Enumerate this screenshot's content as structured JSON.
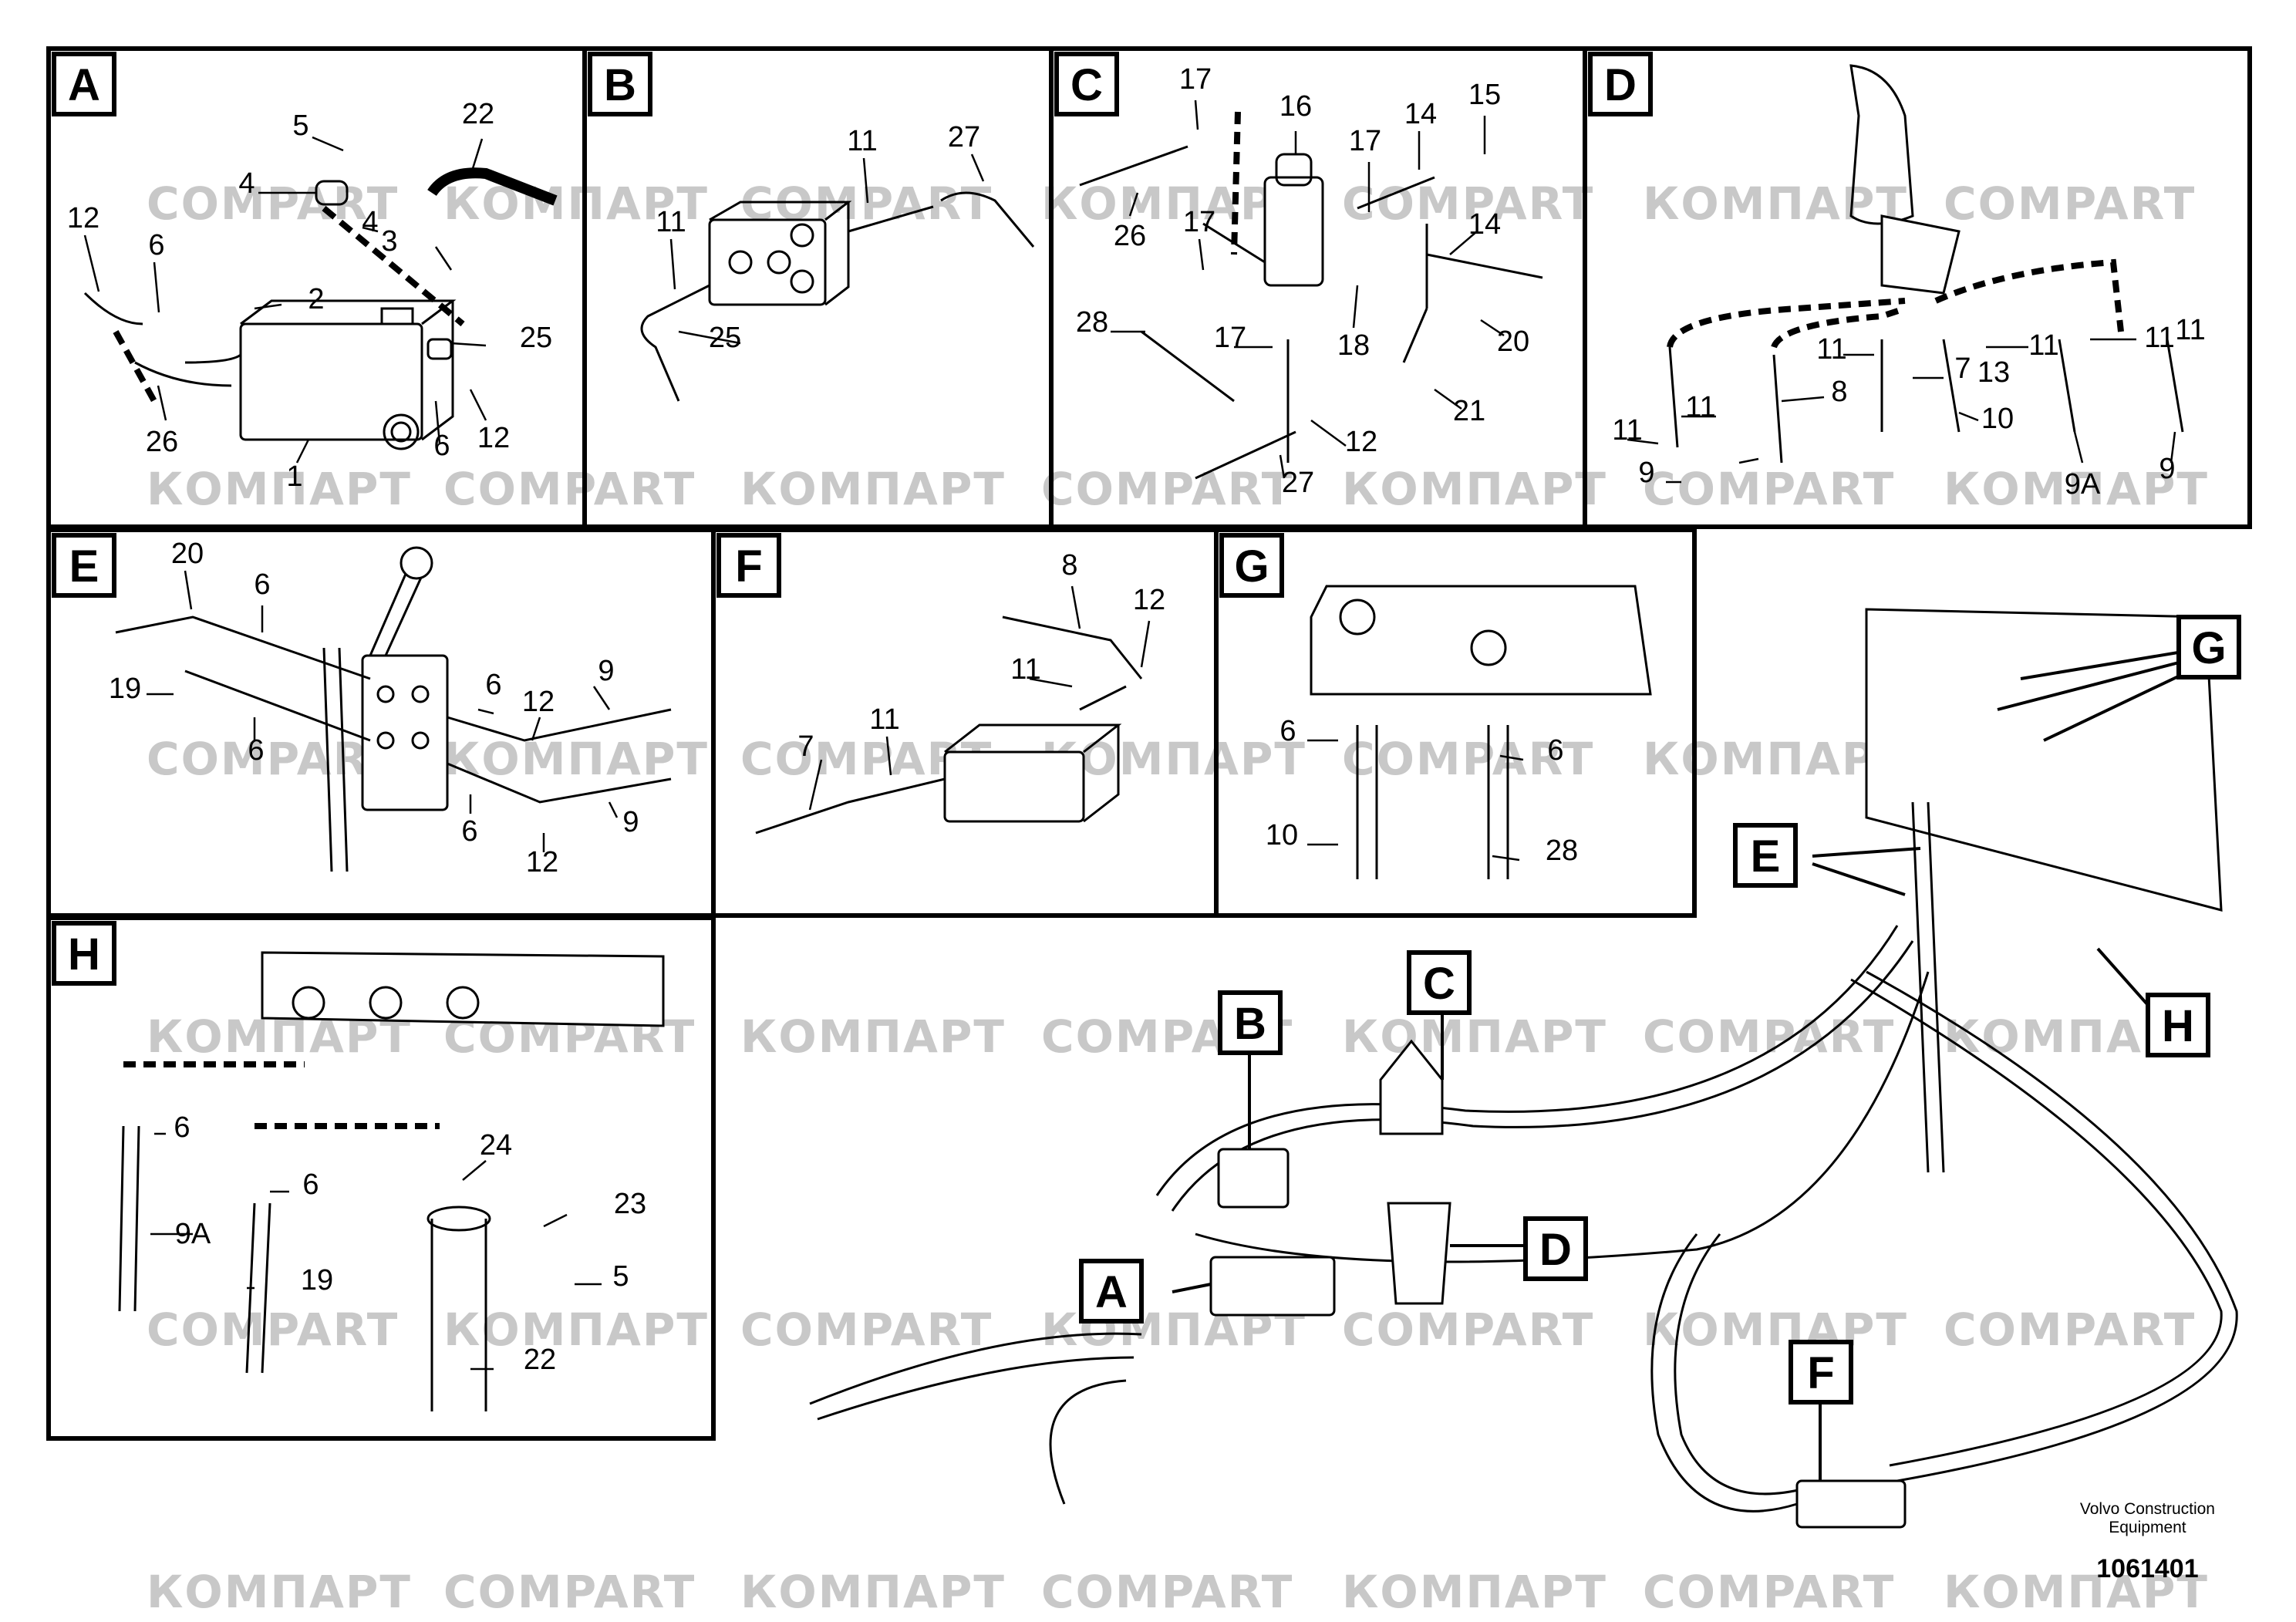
{
  "panels": [
    {
      "letter": "A",
      "callouts": [
        "5",
        "22",
        "4",
        "12",
        "6",
        "3",
        "4",
        "2",
        "25",
        "26",
        "1",
        "6",
        "12"
      ]
    },
    {
      "letter": "B",
      "callouts": [
        "11",
        "27",
        "11",
        "25"
      ]
    },
    {
      "letter": "C",
      "callouts": [
        "17",
        "16",
        "17",
        "14",
        "15",
        "26",
        "17",
        "14",
        "28",
        "17",
        "18",
        "20",
        "21",
        "12",
        "27"
      ]
    },
    {
      "letter": "D",
      "callouts": [
        "11",
        "11",
        "11",
        "13",
        "11",
        "11",
        "8",
        "7",
        "11",
        "10",
        "9",
        "9A",
        "9"
      ]
    },
    {
      "letter": "E",
      "callouts": [
        "20",
        "6",
        "19",
        "6",
        "6",
        "12",
        "9",
        "6",
        "12",
        "9"
      ]
    },
    {
      "letter": "F",
      "callouts": [
        "8",
        "12",
        "11",
        "11",
        "7"
      ]
    },
    {
      "letter": "G",
      "callouts": [
        "6",
        "6",
        "10",
        "28"
      ]
    },
    {
      "letter": "H",
      "callouts": [
        "6",
        "24",
        "6",
        "23",
        "9A",
        "19",
        "5",
        "22"
      ]
    }
  ],
  "overview_labels": [
    "G",
    "E",
    "H",
    "C",
    "B",
    "D",
    "A",
    "F"
  ],
  "watermark": "COMPART",
  "watermark_alt": "КОМПАРТ",
  "brand": {
    "line1": "Volvo Construction",
    "line2": "Equipment",
    "drawing_number": "1061401"
  },
  "colors": {
    "line": "#000000",
    "watermark": "#c8c8c8",
    "background": "#ffffff"
  }
}
